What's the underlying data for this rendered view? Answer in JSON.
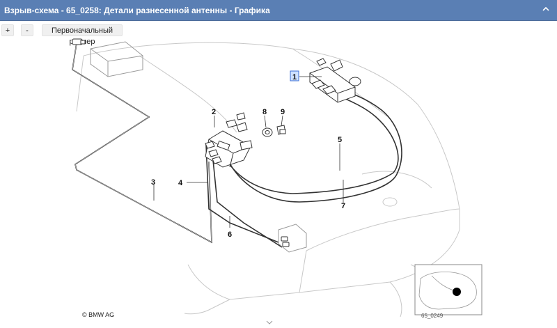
{
  "window": {
    "title": "Взрыв-схема - 65_0258: Детали разнесенной антенны - Графика",
    "collapse_icon": "chevron-up-icon"
  },
  "toolbar": {
    "zoom_in_label": "+",
    "zoom_out_label": "-",
    "reset_label": "Первоначальный размер"
  },
  "diagram": {
    "callouts": [
      "1",
      "2",
      "3",
      "4",
      "5",
      "6",
      "7",
      "8",
      "9"
    ],
    "selected_callout": "1",
    "copyright": "© BMW AG",
    "inset_code": "65_0249"
  },
  "colors": {
    "titlebar": "#5a7fb4",
    "selection": "#3b6fd6"
  }
}
